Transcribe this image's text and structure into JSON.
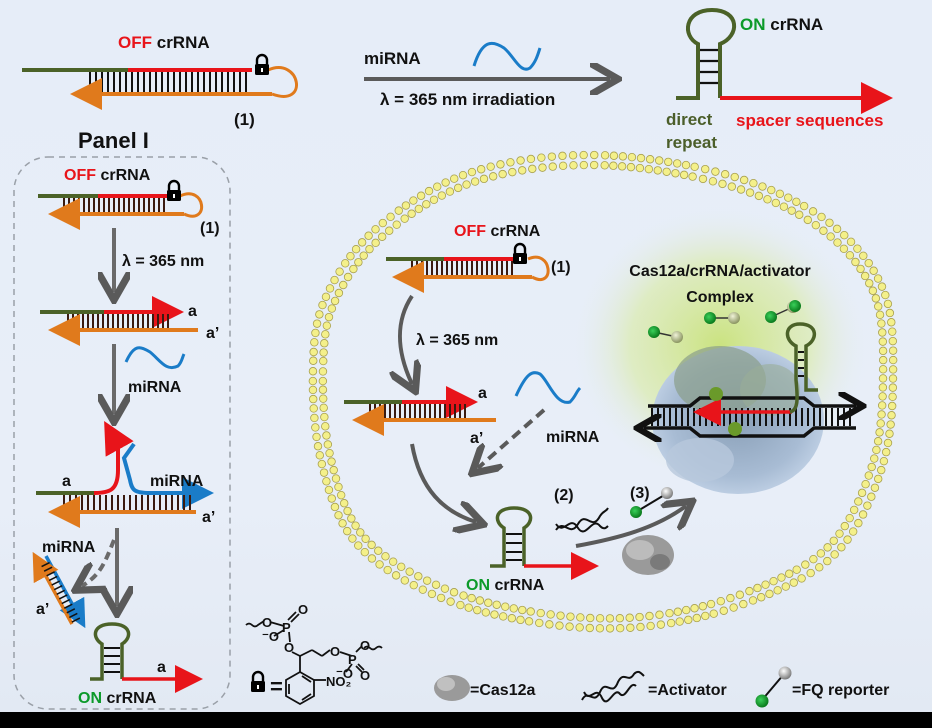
{
  "colors": {
    "background": "#e6edf8",
    "direct_repeat": "#4b6228",
    "spacer": "#e8141a",
    "complement_strand": "#e07a1c",
    "mirna": "#1a7cc8",
    "arrow_gray": "#5a5a5a",
    "membrane": "#f4f08a",
    "off_label": "#e8141a",
    "on_label": "#0c9a2a"
  },
  "top": {
    "off_crrna": {
      "prefix": "OFF",
      "suffix": "crRNA",
      "number": "(1)"
    },
    "reaction_arrow": {
      "above": "miRNA",
      "below": "λ = 365 nm irradiation"
    },
    "on_crrna": {
      "prefix": "ON",
      "suffix": "crRNA",
      "direct_repeat": [
        "direct",
        "repeat"
      ],
      "spacer": "spacer sequences"
    }
  },
  "panel1": {
    "title": "Panel I",
    "off_crrna": {
      "prefix": "OFF",
      "suffix": "crRNA",
      "number": "(1)"
    },
    "step1_label": "λ = 365 nm",
    "duplex_labels": {
      "a": "a",
      "a_prime": "a’"
    },
    "step2_label": "miRNA",
    "strand_displacement": {
      "a": "a",
      "mirna": "miRNA",
      "a_prime": "a’"
    },
    "released_duplex": {
      "mirna": "miRNA",
      "a_prime": "a’"
    },
    "on_crrna": {
      "prefix": "ON",
      "suffix": "crRNA",
      "a": "a"
    }
  },
  "cell": {
    "off_crrna": {
      "prefix": "OFF",
      "suffix": "crRNA",
      "number": "(1)"
    },
    "step1_label": "λ = 365 nm",
    "duplex_labels": {
      "a": "a",
      "a_prime": "a’"
    },
    "mirna_label": "miRNA",
    "on_crrna": {
      "prefix": "ON",
      "suffix": "crRNA"
    },
    "step2_number": "(2)",
    "step3_number": "(3)",
    "complex": {
      "line1": "Cas12a/crRNA/activator",
      "line2": "Complex"
    }
  },
  "legend": {
    "lock_equals": "=",
    "no2": "NO₂",
    "cas12a": "=Cas12a",
    "activator": "=Activator",
    "fq_reporter": "=FQ reporter"
  }
}
